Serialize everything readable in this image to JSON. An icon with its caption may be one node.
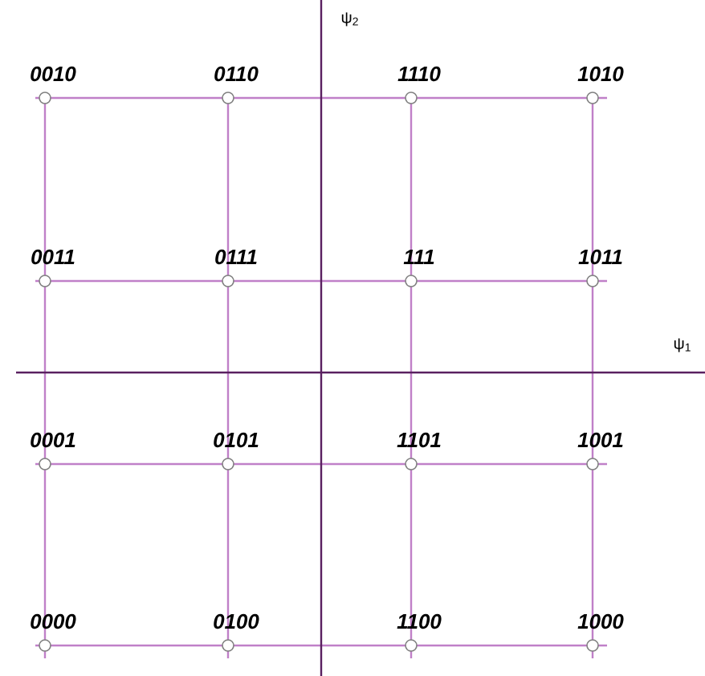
{
  "diagram": {
    "labels": [
      "ψ$_{2}$",
      "0010",
      "0110",
      "1110",
      "1010",
      "0011",
      "0111",
      "111",
      "1011",
      "ψ$_{1}$",
      "0001",
      "0101",
      "1101",
      "1001",
      "0000",
      "0100",
      "1100",
      "1000"
    ]
  }
}
